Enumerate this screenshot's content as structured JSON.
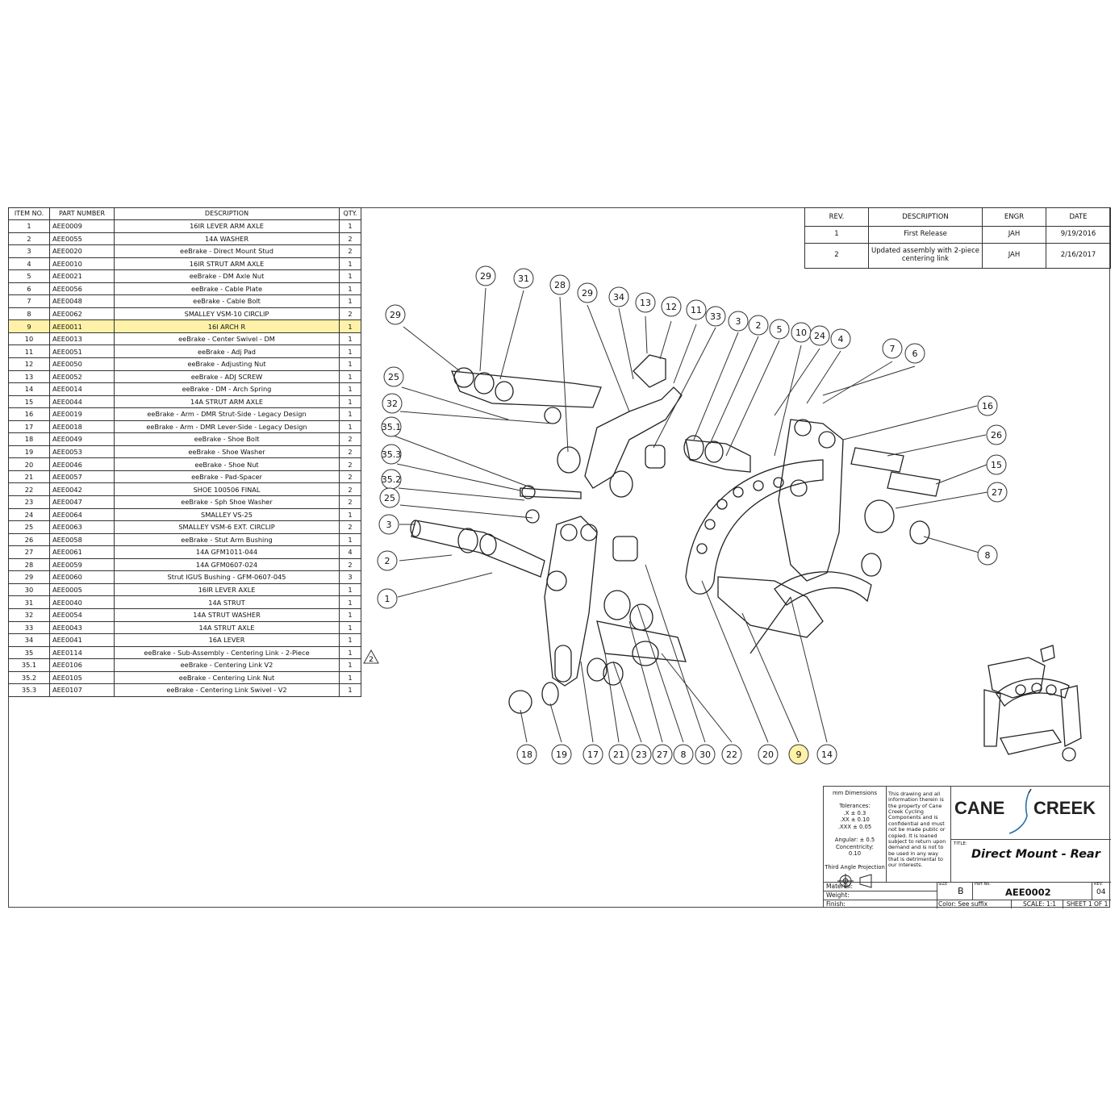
{
  "bom": {
    "headers": {
      "item": "ITEM NO.",
      "part": "PART NUMBER",
      "desc": "DESCRIPTION",
      "qty": "QTY."
    },
    "rows": [
      {
        "item": "1",
        "part": "AEE0009",
        "desc": "16IR LEVER ARM AXLE",
        "qty": "1"
      },
      {
        "item": "2",
        "part": "AEE0055",
        "desc": "14A WASHER",
        "qty": "2"
      },
      {
        "item": "3",
        "part": "AEE0020",
        "desc": "eeBrake - Direct Mount Stud",
        "qty": "2"
      },
      {
        "item": "4",
        "part": "AEE0010",
        "desc": "16IR STRUT ARM AXLE",
        "qty": "1"
      },
      {
        "item": "5",
        "part": "AEE0021",
        "desc": "eeBrake - DM Axle Nut",
        "qty": "1"
      },
      {
        "item": "6",
        "part": "AEE0056",
        "desc": "eeBrake - Cable Plate",
        "qty": "1"
      },
      {
        "item": "7",
        "part": "AEE0048",
        "desc": "eeBrake - Cable Bolt",
        "qty": "1"
      },
      {
        "item": "8",
        "part": "AEE0062",
        "desc": "SMALLEY VSM-10 CIRCLIP",
        "qty": "2"
      },
      {
        "item": "9",
        "part": "AEE0011",
        "desc": "16I ARCH R",
        "qty": "1",
        "highlight": true
      },
      {
        "item": "10",
        "part": "AEE0013",
        "desc": "eeBrake - Center Swivel - DM",
        "qty": "1"
      },
      {
        "item": "11",
        "part": "AEE0051",
        "desc": "eeBrake - Adj Pad",
        "qty": "1"
      },
      {
        "item": "12",
        "part": "AEE0050",
        "desc": "eeBrake - Adjusting Nut",
        "qty": "1"
      },
      {
        "item": "13",
        "part": "AEE0052",
        "desc": "eeBrake - ADJ SCREW",
        "qty": "1"
      },
      {
        "item": "14",
        "part": "AEE0014",
        "desc": "eeBrake - DM - Arch Spring",
        "qty": "1"
      },
      {
        "item": "15",
        "part": "AEE0044",
        "desc": "14A STRUT ARM AXLE",
        "qty": "1"
      },
      {
        "item": "16",
        "part": "AEE0019",
        "desc": "eeBrake - Arm - DMR Strut-Side - Legacy Design",
        "qty": "1"
      },
      {
        "item": "17",
        "part": "AEE0018",
        "desc": "eeBrake - Arm - DMR Lever-Side - Legacy Design",
        "qty": "1"
      },
      {
        "item": "18",
        "part": "AEE0049",
        "desc": "eeBrake - Shoe Bolt",
        "qty": "2"
      },
      {
        "item": "19",
        "part": "AEE0053",
        "desc": "eeBrake - Shoe Washer",
        "qty": "2"
      },
      {
        "item": "20",
        "part": "AEE0046",
        "desc": "eeBrake - Shoe Nut",
        "qty": "2"
      },
      {
        "item": "21",
        "part": "AEE0057",
        "desc": "eeBrake - Pad-Spacer",
        "qty": "2"
      },
      {
        "item": "22",
        "part": "AEE0042",
        "desc": "SHOE 100506 FINAL",
        "qty": "2"
      },
      {
        "item": "23",
        "part": "AEE0047",
        "desc": "eeBrake - Sph Shoe Washer",
        "qty": "2"
      },
      {
        "item": "24",
        "part": "AEE0064",
        "desc": "SMALLEY  VS-25",
        "qty": "1"
      },
      {
        "item": "25",
        "part": "AEE0063",
        "desc": "SMALLEY VSM-6 EXT. CIRCLIP",
        "qty": "2"
      },
      {
        "item": "26",
        "part": "AEE0058",
        "desc": "eeBrake - Stut Arm Bushing",
        "qty": "1"
      },
      {
        "item": "27",
        "part": "AEE0061",
        "desc": "14A GFM1011-044",
        "qty": "4"
      },
      {
        "item": "28",
        "part": "AEE0059",
        "desc": "14A GFM0607-024",
        "qty": "2"
      },
      {
        "item": "29",
        "part": "AEE0060",
        "desc": "Strut IGUS Bushing - GFM-0607-045",
        "qty": "3"
      },
      {
        "item": "30",
        "part": "AEE0005",
        "desc": "16IR LEVER AXLE",
        "qty": "1"
      },
      {
        "item": "31",
        "part": "AEE0040",
        "desc": "14A STRUT",
        "qty": "1"
      },
      {
        "item": "32",
        "part": "AEE0054",
        "desc": "14A STRUT WASHER",
        "qty": "1"
      },
      {
        "item": "33",
        "part": "AEE0043",
        "desc": "14A STRUT AXLE",
        "qty": "1"
      },
      {
        "item": "34",
        "part": "AEE0041",
        "desc": "16A LEVER",
        "qty": "1"
      },
      {
        "item": "35",
        "part": "AEE0114",
        "desc": "eeBrake - Sub-Assembly - Centering Link - 2-Piece",
        "qty": "1"
      },
      {
        "item": "35.1",
        "part": "AEE0106",
        "desc": "eeBrake - Centering Link V2",
        "qty": "1"
      },
      {
        "item": "35.2",
        "part": "AEE0105",
        "desc": "eeBrake - Centering Link Nut",
        "qty": "1"
      },
      {
        "item": "35.3",
        "part": "AEE0107",
        "desc": "eeBrake - Centering Link Swivel - V2",
        "qty": "1"
      }
    ]
  },
  "revisions": {
    "headers": {
      "rev": "REV.",
      "desc": "DESCRIPTION",
      "engr": "ENGR",
      "date": "DATE"
    },
    "rows": [
      {
        "rev": "1",
        "desc": "First Release",
        "engr": "JAH",
        "date": "9/19/2016"
      },
      {
        "rev": "2",
        "desc": "Updated assembly with 2-piece centering link",
        "engr": "JAH",
        "date": "2/16/2017"
      }
    ]
  },
  "revision_marker": "2",
  "balloons": {
    "top": [
      "29",
      "31",
      "28",
      "29",
      "34",
      "13",
      "12",
      "11",
      "33",
      "3",
      "2",
      "5",
      "10",
      "24",
      "4",
      "7",
      "6"
    ],
    "left": [
      "29",
      "25",
      "32",
      "35.1",
      "35.3",
      "35.2",
      "25",
      "3",
      "2",
      "1"
    ],
    "right": [
      "16",
      "26",
      "15",
      "27",
      "8"
    ],
    "bottom": [
      "18",
      "19",
      "17",
      "21",
      "23",
      "27",
      "8",
      "30",
      "22",
      "20",
      "9",
      "14"
    ],
    "highlighted": "9"
  },
  "title_block": {
    "tolerances": [
      "mm Dimensions",
      "",
      "Tolerances:",
      ".X ± 0.3",
      ".XX ± 0.10",
      ".XXX ± 0.05",
      "",
      "Angular: ± 0.5",
      "Concentricity:",
      "0.10",
      "",
      "Third Angle Projection"
    ],
    "notice": "This drawing and all information therein is the property of Cane Creek Cycling Components and is confidential and must not be made public or copied. It is loaned subject to return upon demand and is not to be used in any way that is detrimental to our interests.",
    "logo_left": "CANE",
    "logo_right": "CREEK",
    "title_label": "TITLE:",
    "title": "Direct Mount - Rear",
    "material_label": "Material:",
    "weight_label": "Weight:",
    "finish_label": "Finish:",
    "size_label": "SIZE",
    "size": "B",
    "part_no_label": "Part No.",
    "part_no": "AEE0002",
    "rev_label": "REV.",
    "rev": "04",
    "color": "Color: See suffix",
    "scale": "SCALE: 1:1",
    "sheet": "SHEET 1 OF 1"
  }
}
